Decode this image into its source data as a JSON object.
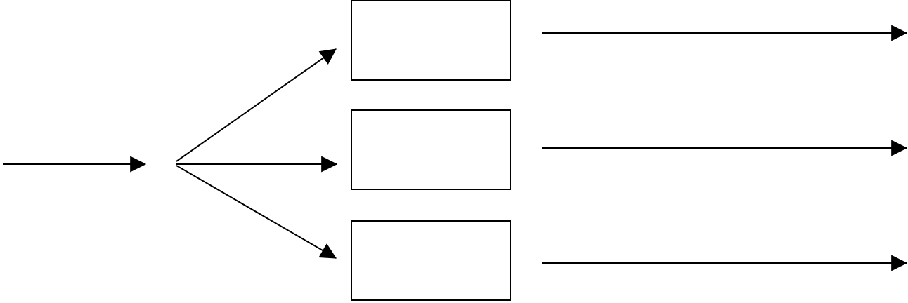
{
  "diagram": {
    "type": "flow-fan-out",
    "stroke_color": "#000000",
    "background_color": "#ffffff",
    "boxes": [
      {
        "id": "top-box",
        "label": ""
      },
      {
        "id": "middle-box",
        "label": ""
      },
      {
        "id": "bottom-box",
        "label": ""
      }
    ],
    "arrows": [
      {
        "id": "input-arrow",
        "label": ""
      },
      {
        "id": "branch-arrow-top",
        "label": ""
      },
      {
        "id": "branch-arrow-middle",
        "label": ""
      },
      {
        "id": "branch-arrow-bottom",
        "label": ""
      },
      {
        "id": "output-arrow-top",
        "label": ""
      },
      {
        "id": "output-arrow-middle",
        "label": ""
      },
      {
        "id": "output-arrow-bottom",
        "label": ""
      }
    ]
  }
}
